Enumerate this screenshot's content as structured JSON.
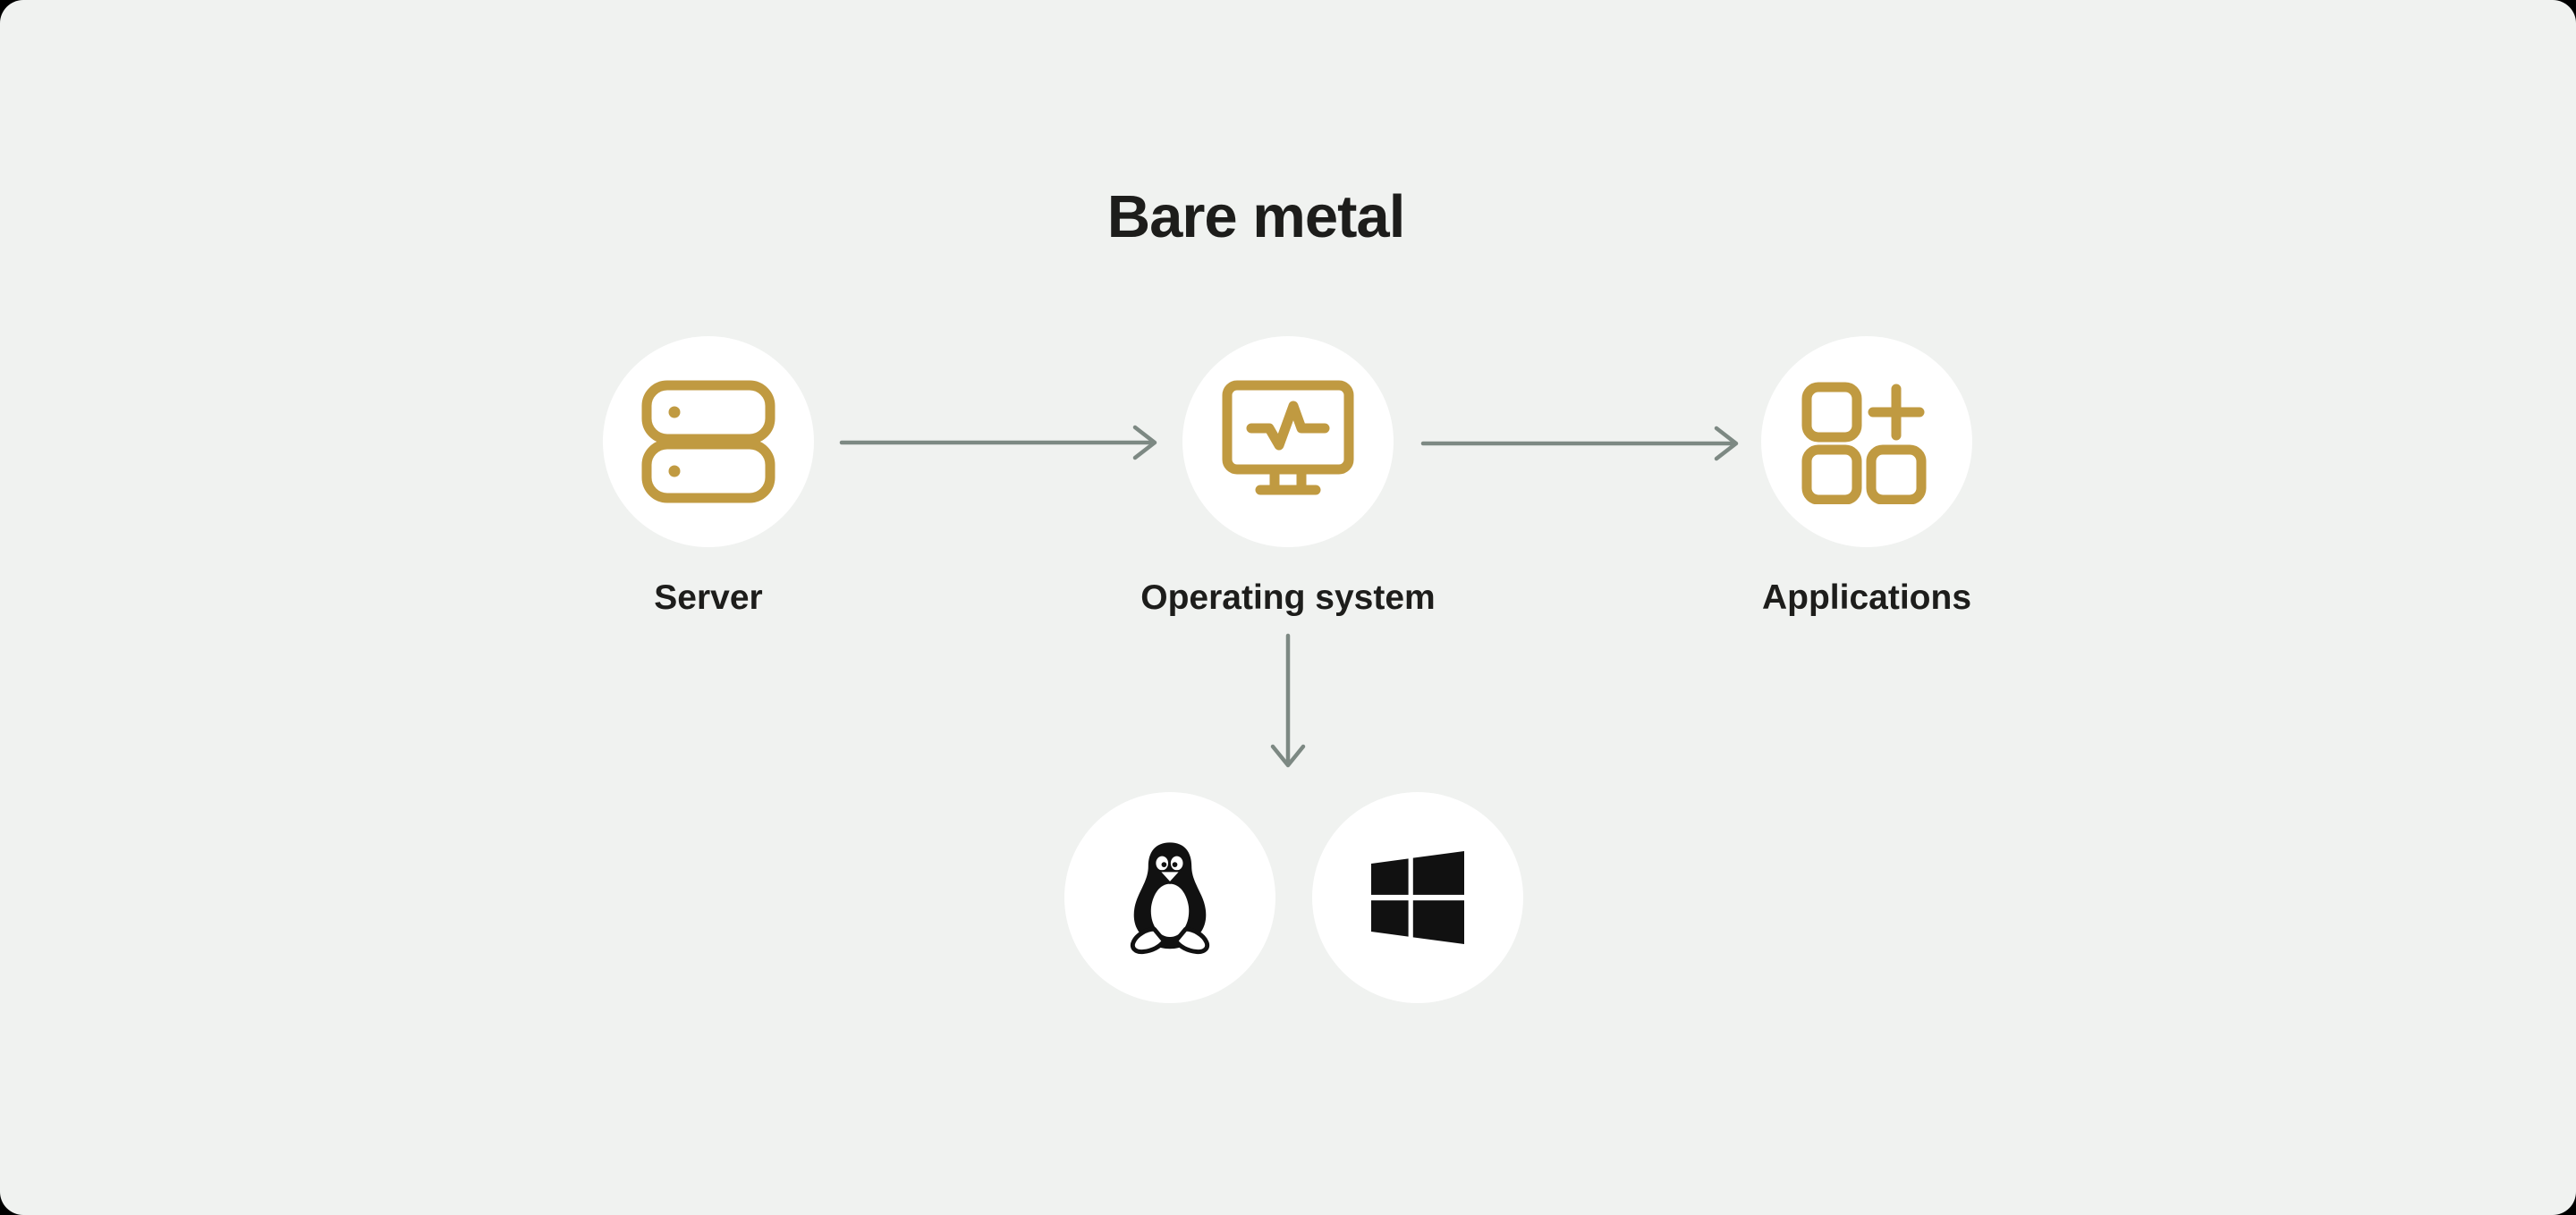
{
  "title": "Bare metal",
  "colors": {
    "canvas_bg": "#f0f2f0",
    "outer_bg": "#000000",
    "circle_bg": "#ffffff",
    "gold_accent": "#c09a41",
    "arrow_gray": "#7d8983",
    "text": "#1d1d1b"
  },
  "nodes": [
    {
      "id": "server",
      "label": "Server",
      "icon": "server-icon"
    },
    {
      "id": "operating-system",
      "label": "Operating system",
      "icon": "monitor-activity-icon"
    },
    {
      "id": "applications",
      "label": "Applications",
      "icon": "app-grid-plus-icon"
    }
  ],
  "os_options": [
    {
      "id": "linux",
      "icon": "linux-tux-icon"
    },
    {
      "id": "windows",
      "icon": "windows-logo-icon"
    }
  ],
  "arrows": [
    {
      "id": "server-to-os",
      "direction": "right"
    },
    {
      "id": "os-to-applications",
      "direction": "right"
    },
    {
      "id": "os-to-os-options",
      "direction": "down"
    }
  ]
}
